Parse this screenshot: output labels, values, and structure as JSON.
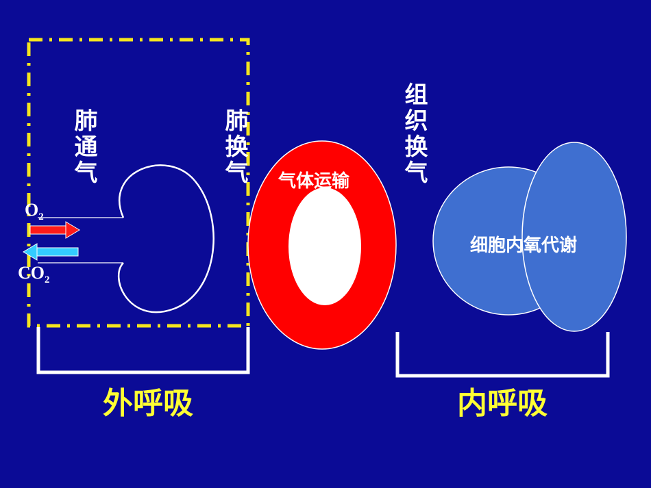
{
  "labels": {
    "lung_ventilation": "肺通气",
    "lung_exchange": "肺换气",
    "tissue_exchange": "组织换气",
    "gas_transport": "气体运输",
    "cell_metabolism": "细胞内氧代谢",
    "external_respiration": "外呼吸",
    "internal_respiration": "内呼吸"
  },
  "gases": {
    "o2_main": "O",
    "o2_sub": "2",
    "co2_main": "CO",
    "co2_sub": "2"
  },
  "colors": {
    "background": "#0b0b96",
    "dashed_box": "#f5e61e",
    "bracket": "#ffffff",
    "ring_outer": "#ff0000",
    "ring_inner": "#ffffff",
    "cell_fill": "#3f6fd0",
    "o2_arrow": "#ff1a1a",
    "co2_arrow": "#33ccff",
    "title_text": "#ffff33"
  }
}
